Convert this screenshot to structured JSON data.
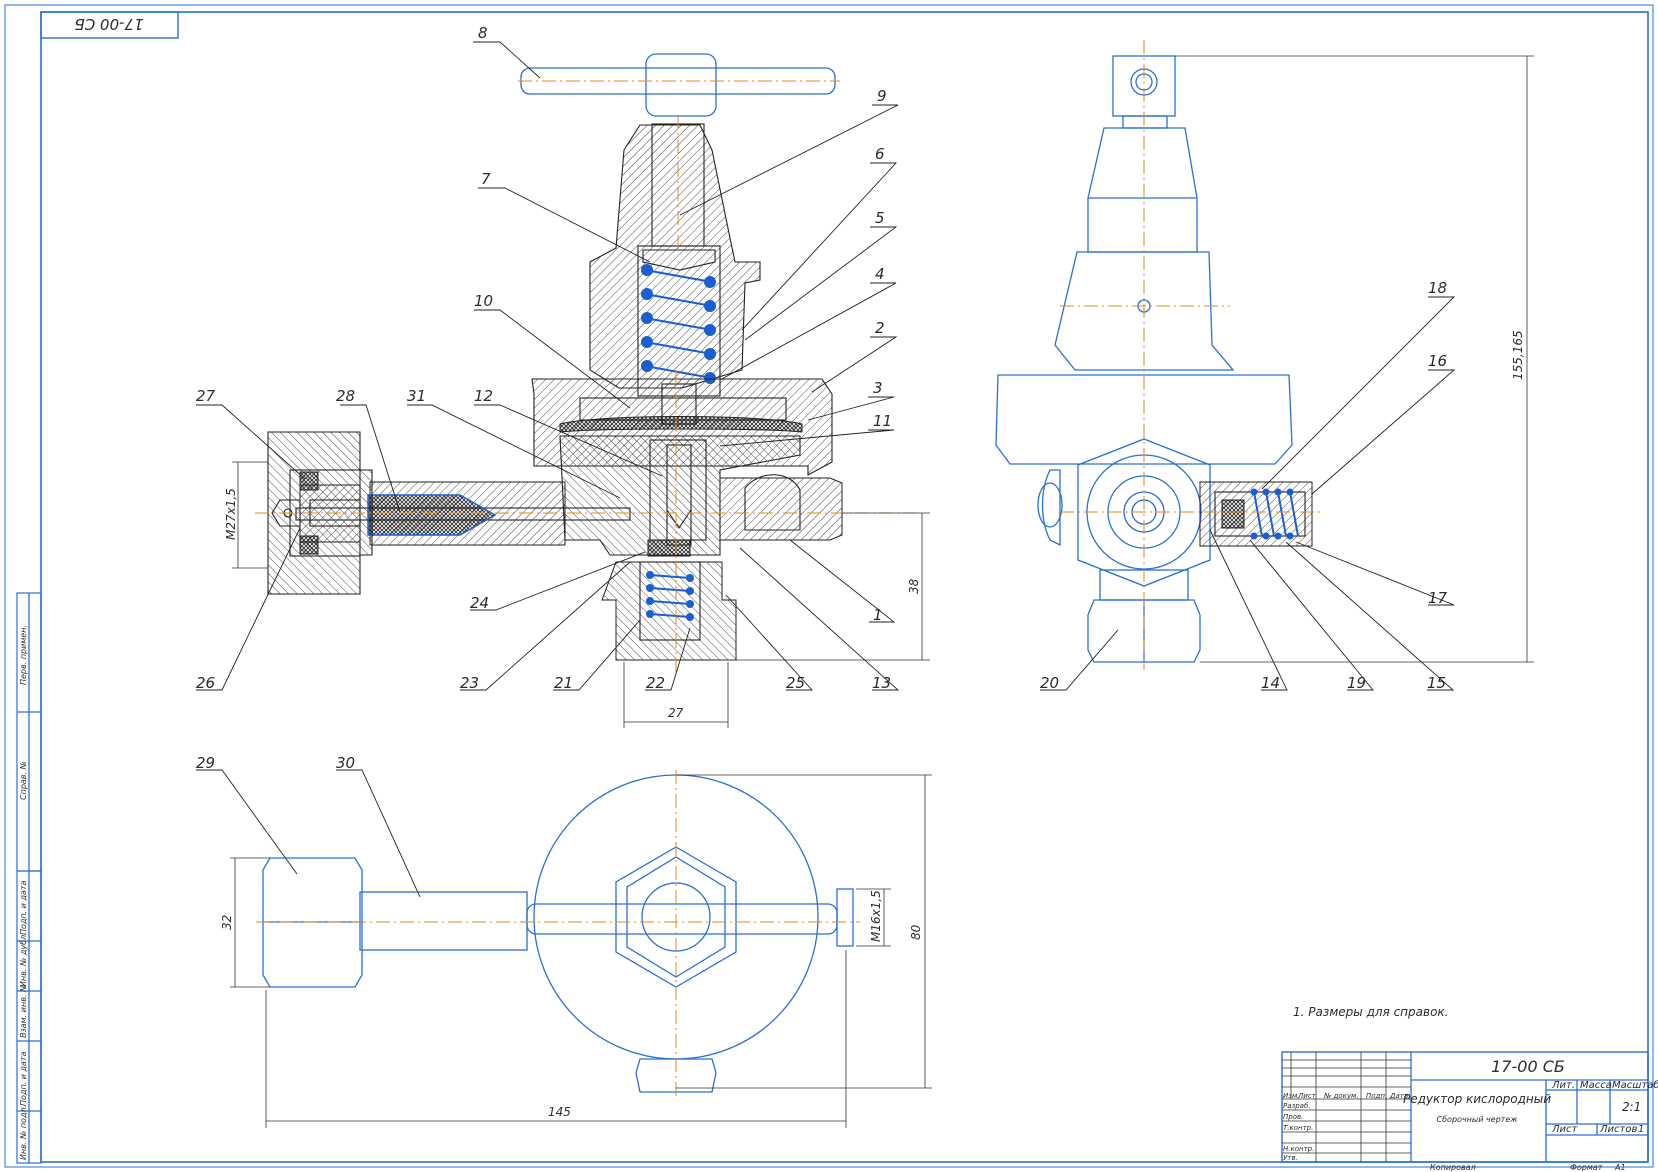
{
  "drawing": {
    "designation": "17-00 СБ",
    "designation_mirrored": "17-00 СБ",
    "title": "Редуктор кислородный",
    "doc_type": "Сборочный чертеж",
    "note": "1. Размеры для справок.",
    "scale": "2:1",
    "sheet_label": "Лист",
    "sheets_label": "Листов",
    "sheets_value": "1",
    "copied": "Копировал",
    "format_label": "Формат",
    "format_value": "А1",
    "lit_label": "Лит.",
    "mass_label": "Масса",
    "scale_label": "Масштаб"
  },
  "title_block": {
    "header_cols": [
      "Изм.",
      "Лист",
      "№ докум.",
      "Подп.",
      "Дата"
    ],
    "rows": [
      "Разраб.",
      "Пров.",
      "Т.контр.",
      "",
      "Н.контр.",
      "Утв."
    ]
  },
  "side_strip": [
    "Перв. примен.",
    "Справ. №",
    "Подп. и дата",
    "Инв. № дубл.",
    "Взам. инв. №",
    "Подп. и дата",
    "Инв. № подл."
  ],
  "dimensions": {
    "thread_inlet": "M27x1,5",
    "d38": "38",
    "d27": "27",
    "height": "155,165",
    "d32": "32",
    "thread_outlet": "M16x1,5",
    "d80": "80",
    "d145": "145"
  },
  "callouts": {
    "n1": "1",
    "n2": "2",
    "n3": "3",
    "n4": "4",
    "n5": "5",
    "n6": "6",
    "n7": "7",
    "n8": "8",
    "n9": "9",
    "n10": "10",
    "n11": "11",
    "n12": "12",
    "n13": "13",
    "n14": "14",
    "n15": "15",
    "n16": "16",
    "n17": "17",
    "n18": "18",
    "n19": "19",
    "n20": "20",
    "n21": "21",
    "n22": "22",
    "n23": "23",
    "n24": "24",
    "n25": "25",
    "n26": "26",
    "n27": "27",
    "n28": "28",
    "n29": "29",
    "n30": "30",
    "n31": "31"
  },
  "colors": {
    "line": "#2a6fd6",
    "center": "#e08a1e",
    "ink": "#222222"
  }
}
